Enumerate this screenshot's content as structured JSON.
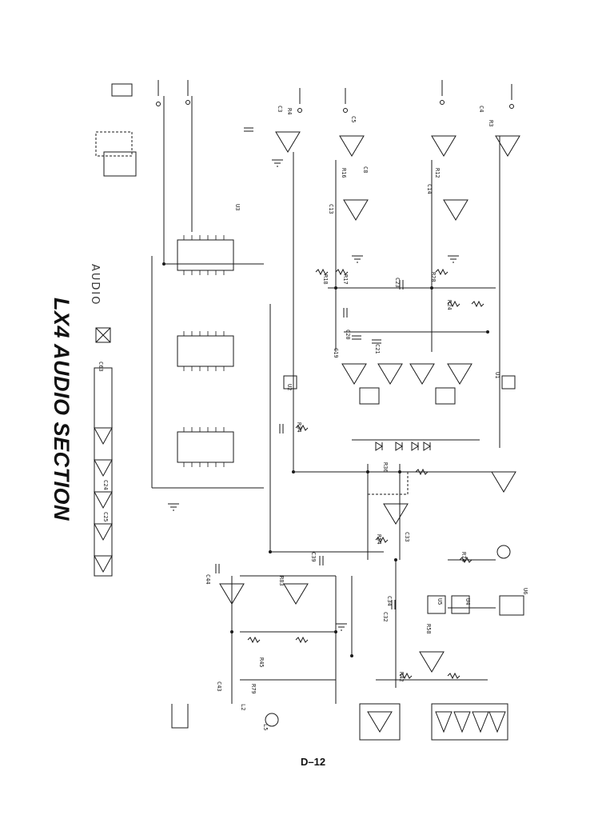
{
  "title": "LX4 AUDIO SECTION",
  "subtitle": "AUDIO",
  "page_number": "D–12",
  "components": {
    "capacitors": [
      "C3",
      "C4",
      "C5",
      "C8",
      "C13",
      "C14",
      "C19",
      "C20",
      "C21",
      "C23",
      "C24",
      "C25",
      "C32",
      "C33",
      "C34",
      "C39",
      "C43",
      "C44",
      "C63"
    ],
    "resistors": [
      "R3",
      "R4",
      "R12",
      "R16",
      "R17",
      "R18",
      "R20",
      "R24",
      "R34",
      "R36",
      "R42",
      "R45",
      "R54",
      "R58",
      "R74",
      "R79",
      "R83"
    ],
    "integrated_circuits": [
      "U1",
      "U2",
      "U3",
      "U4",
      "U5",
      "U6"
    ],
    "inductors": [
      "L2",
      "L5"
    ]
  },
  "colors": {
    "ink": "#1a1a1a",
    "paper": "#ffffff"
  }
}
